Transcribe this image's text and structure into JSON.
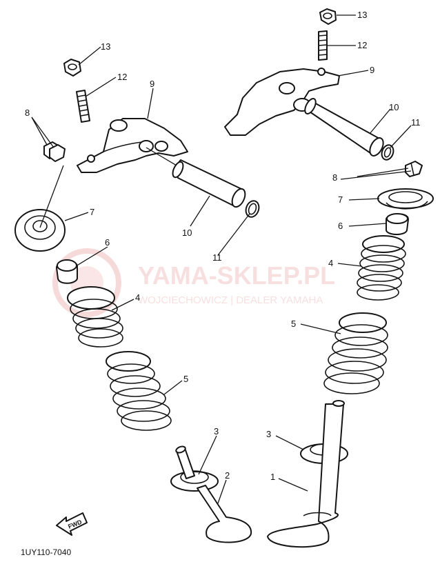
{
  "diagram": {
    "drawing_code": "1UY110-7040",
    "fwd_label": "FWD",
    "watermark": {
      "brand": "YAMA-SKLEP.PL",
      "tagline": "WOJCIECHOWICZ | DEALER YAMAHA"
    },
    "callouts": [
      "13",
      "12",
      "9",
      "8",
      "7",
      "10",
      "11",
      "6",
      "4",
      "5",
      "3",
      "2",
      "1"
    ]
  },
  "colors": {
    "ink": "#141414",
    "watermark": "#e8a0a0"
  }
}
